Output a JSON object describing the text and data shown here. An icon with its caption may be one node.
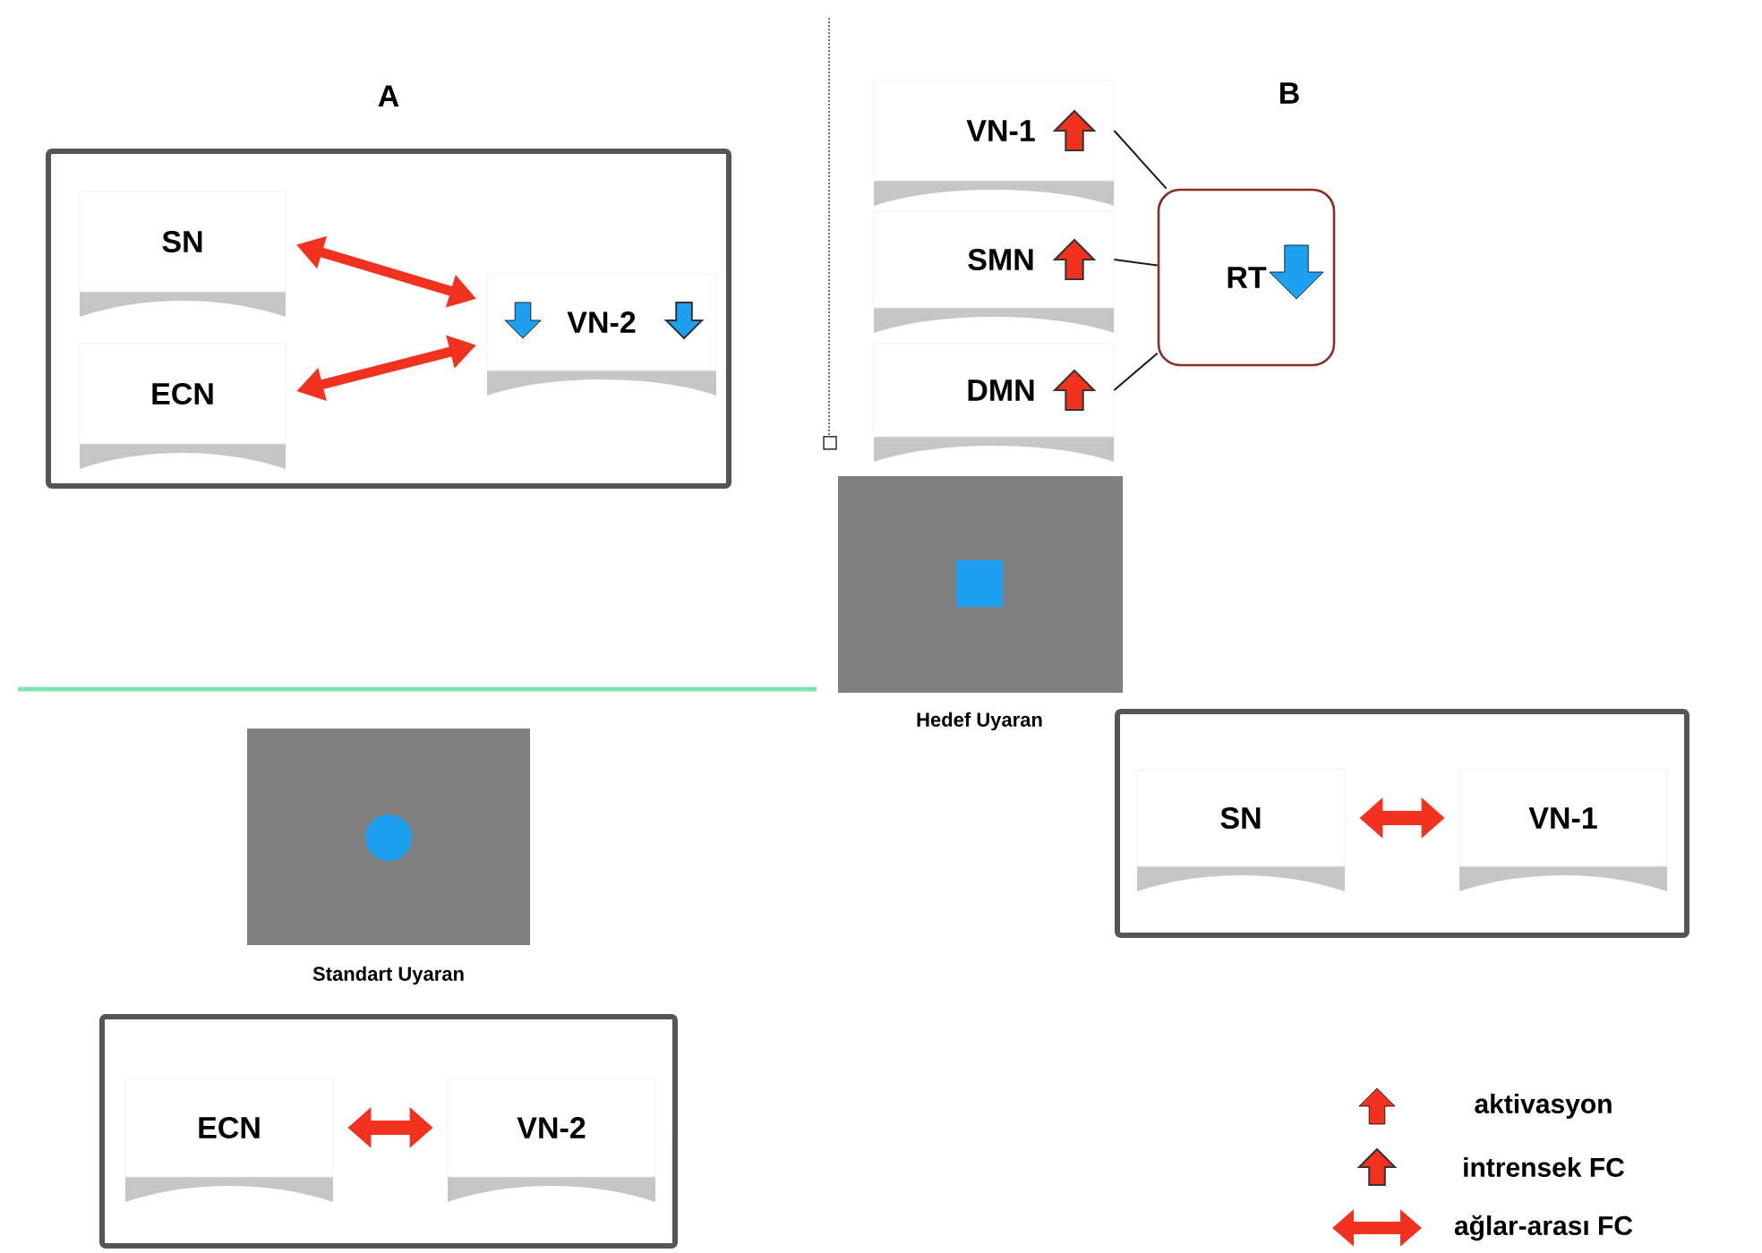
{
  "diagram": {
    "nodes": [
      {
        "text": [
          "A"
        ]
      },
      {
        "text": [
          "SN"
        ],
        "in": 0
      },
      {
        "text": [
          "ECN"
        ],
        "in": 0
      },
      {
        "text": [
          "VN-2"
        ],
        "in": 0
      },
      {
        "text": [
          "VN-1"
        ]
      },
      {
        "text": [
          "SMN"
        ]
      },
      {
        "text": [
          "DMN"
        ]
      },
      {
        "text": [
          "RT"
        ]
      },
      {
        "text": [],
        "shape": "box"
      },
      {
        "text": [
          "SN"
        ],
        "in": 8
      },
      {
        "text": [
          "VN-1"
        ],
        "in": 8
      },
      {
        "text": [],
        "shape": "box"
      },
      {
        "text": [
          "ECN"
        ],
        "in": 11
      },
      {
        "text": [
          "VN-2"
        ],
        "in": 11
      }
    ],
    "edges": [
      {
        "from": 1,
        "to": 3,
        "arrow": "both"
      },
      {
        "from": 2,
        "to": 3,
        "arrow": "both"
      },
      {
        "from": 4,
        "to": 7,
        "arrow": "none",
        "color": "#1a1a1a"
      },
      {
        "from": 5,
        "to": 7,
        "arrow": "none",
        "color": "#1a1a1a"
      },
      {
        "from": 6,
        "to": 7,
        "arrow": "none",
        "color": "#1a1a1a"
      },
      {
        "from": 9,
        "to": 10,
        "arrow": "both"
      },
      {
        "from": 12,
        "to": 13,
        "arrow": "both"
      }
    ],
    "labels": [
      "B",
      "Hedef Uyaran",
      "Standart Uyaran"
    ],
    "legend": [
      {
        "text": "aktivasyon"
      },
      {
        "text": "intrensek FC"
      },
      {
        "text": "ağlar-arası FC"
      }
    ]
  }
}
